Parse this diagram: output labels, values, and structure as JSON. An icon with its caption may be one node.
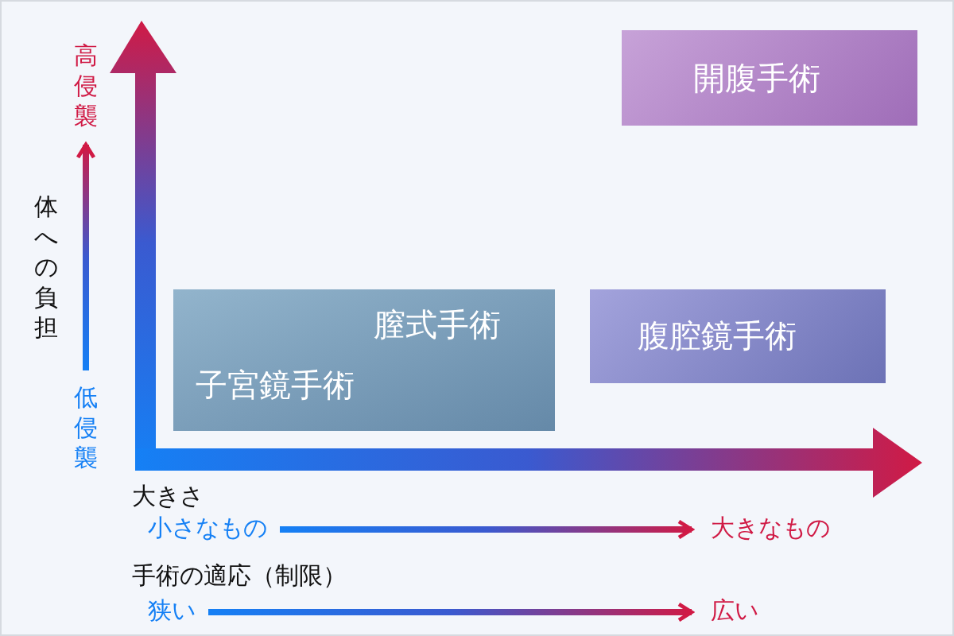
{
  "diagram": {
    "nodes": [
      {
        "text": [
          "開腹手術"
        ]
      },
      {
        "text": [
          "膣式手術",
          "子宮鏡手術"
        ]
      },
      {
        "text": [
          "腹腔鏡手術"
        ]
      },
      {
        "text": [
          "高侵襲"
        ]
      },
      {
        "text": [
          "低侵襲"
        ]
      },
      {
        "text": [
          "小さなもの"
        ]
      },
      {
        "text": [
          "大きなもの"
        ]
      },
      {
        "text": [
          "狭い"
        ]
      },
      {
        "text": [
          "広い"
        ]
      }
    ],
    "edges": [
      {
        "from": 4,
        "to": 3,
        "arrow": "to"
      },
      {
        "from": 5,
        "to": 6,
        "arrow": "to"
      },
      {
        "from": 7,
        "to": 8,
        "arrow": "to"
      }
    ],
    "labels": [
      "体への負担",
      "大きさ",
      "手術の適応（制限）"
    ]
  }
}
